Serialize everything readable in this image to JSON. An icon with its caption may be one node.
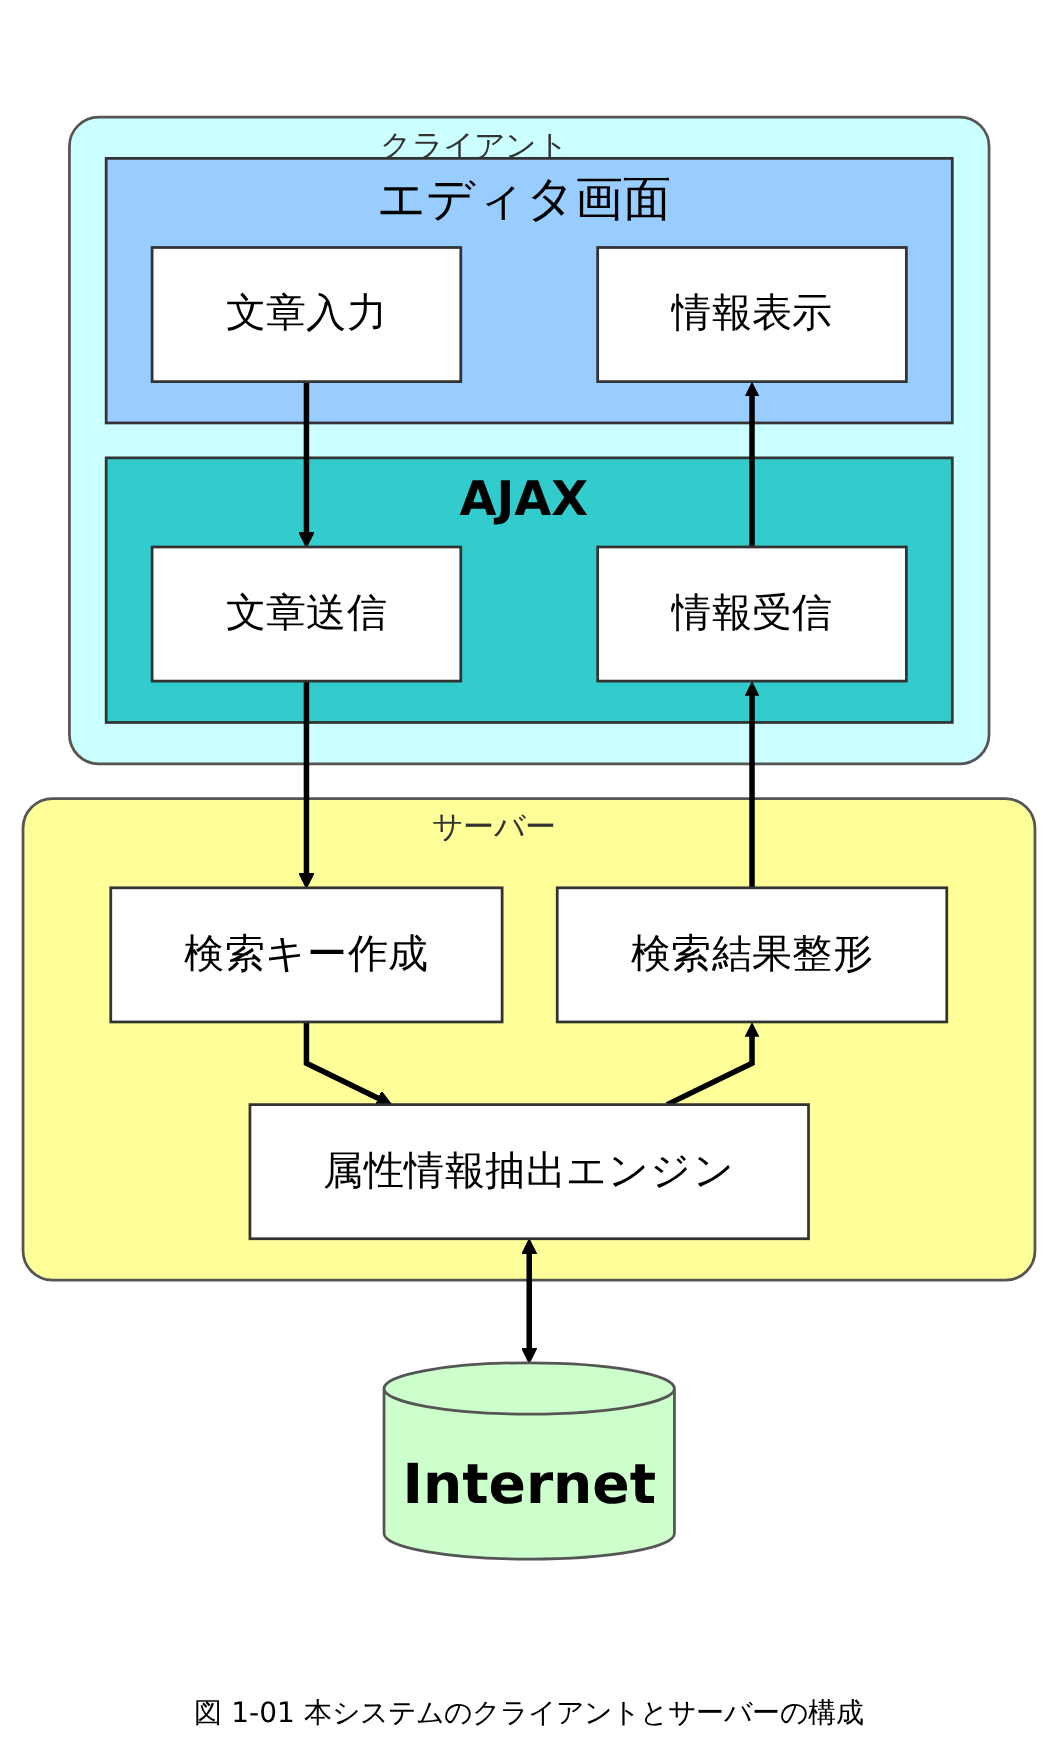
{
  "diagram": {
    "caption": "図 1-01 本システムのクライアントとサーバーの構成",
    "nodes": [
      {
        "text": [
          "クライアント"
        ]
      },
      {
        "text": [
          "エディタ画面"
        ],
        "in": 0
      },
      {
        "text": [
          "文章入力"
        ],
        "in": 1
      },
      {
        "text": [
          "情報表示"
        ],
        "in": 1
      },
      {
        "text": [
          "AJAX"
        ],
        "in": 0
      },
      {
        "text": [
          "文章送信"
        ],
        "in": 4
      },
      {
        "text": [
          "情報受信"
        ],
        "in": 4
      },
      {
        "text": [
          "サーバー"
        ]
      },
      {
        "text": [
          "検索キー作成"
        ],
        "in": 7
      },
      {
        "text": [
          "検索結果整形"
        ],
        "in": 7
      },
      {
        "text": [
          "属性情報抽出エンジン"
        ],
        "in": 7
      },
      {
        "text": [
          "Internet"
        ]
      }
    ],
    "edges": [
      {
        "from": 2,
        "to": 5,
        "arrow": "to"
      },
      {
        "from": 6,
        "to": 3,
        "arrow": "to"
      },
      {
        "from": 5,
        "to": 8,
        "arrow": "to"
      },
      {
        "from": 9,
        "to": 6,
        "arrow": "to"
      },
      {
        "from": 8,
        "to": 10,
        "arrow": "to"
      },
      {
        "from": 10,
        "to": 9,
        "arrow": "to"
      },
      {
        "from": 10,
        "to": 11,
        "arrow": "both"
      }
    ]
  }
}
